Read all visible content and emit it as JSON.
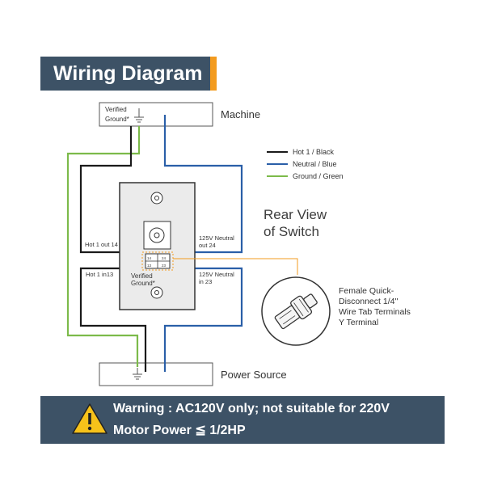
{
  "title": "Wiring Diagram",
  "labels": {
    "machine": "Machine",
    "power_source": "Power Source",
    "verified_ground": [
      "Verified",
      "Ground*"
    ],
    "rear_view": [
      "Rear View",
      "of Switch"
    ],
    "hot1_out": "Hot 1 out 14",
    "hot1_in": "Hot 1 in13",
    "neutral_out": [
      "125V Neutral",
      "out 24"
    ],
    "neutral_in": [
      "125V Neutral",
      "in 23"
    ],
    "terminal_note": [
      "Female Quick-",
      "Disconnect 1/4''",
      "Wire Tab Terminals",
      "Y Terminal"
    ],
    "terminal_numbers": [
      "13",
      "14",
      "23",
      "24"
    ]
  },
  "legend": [
    {
      "label": "Hot 1 / Black",
      "color": "#1a1a1a"
    },
    {
      "label": "Neutral / Blue",
      "color": "#2a5fa8"
    },
    {
      "label": "Ground / Green",
      "color": "#7cba4a"
    }
  ],
  "warning": {
    "line1": "Warning : AC120V only; not suitable for 220V",
    "line2": "Motor Power ≦ 1/2HP"
  },
  "colors": {
    "hot": "#1a1a1a",
    "neutral": "#2a5fa8",
    "ground": "#7cba4a",
    "accent": "#f39b1f",
    "bar": "#3d5266"
  }
}
